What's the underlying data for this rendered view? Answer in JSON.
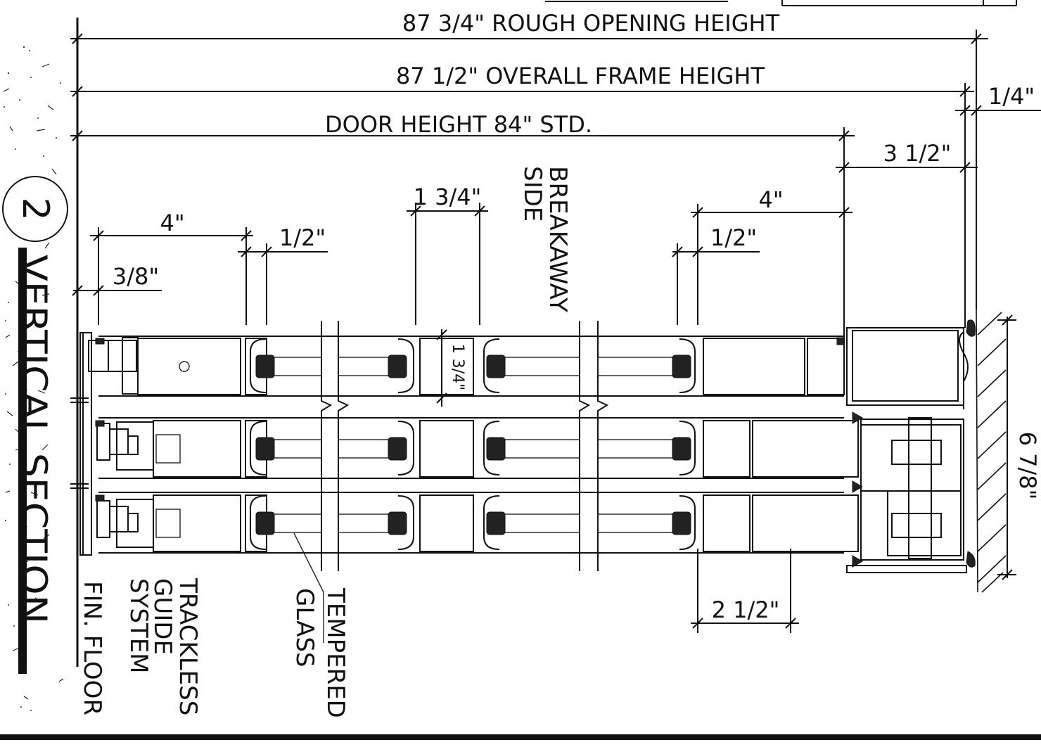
{
  "title": {
    "number": "2",
    "text": "VERTICAL SECTION"
  },
  "dimensions": {
    "rough_opening": "87 3/4\" ROUGH OPENING HEIGHT",
    "overall_frame": "87 1/2\" OVERALL FRAME HEIGHT",
    "door_height": "DOOR HEIGHT 84\" STD.",
    "top_quarter": "1/4\"",
    "head_depth": "3 1/2\"",
    "top_rail": "4\"",
    "top_half": "1/2\"",
    "bottom_rail": "4\"",
    "bottom_half": "1/2\"",
    "bottom_gap": "3/8\"",
    "mid_rail": "1 3/4\"",
    "mid_rail_inner": "1 3/4\"",
    "track_depth": "6 7/8\"",
    "lower_width": "2 1/2\""
  },
  "labels": {
    "breakaway_line1": "BREAKAWAY",
    "breakaway_line2": "SIDE",
    "glass_line1": "TEMPERED",
    "glass_line2": "GLASS",
    "guide_line1": "TRACKLESS",
    "guide_line2": "GUIDE",
    "guide_line3": "SYSTEM",
    "floor": "FIN. FLOOR"
  }
}
